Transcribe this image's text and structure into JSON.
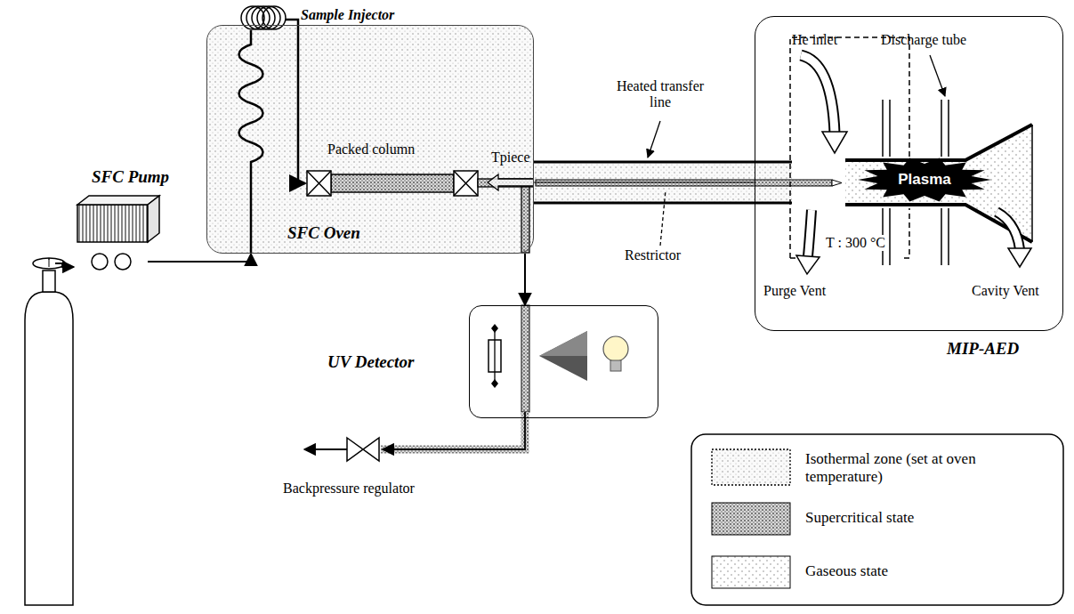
{
  "diagram": {
    "nodes": [
      {
        "text": [
          "SFC Pump"
        ]
      },
      {
        "text": [
          "SFC Oven"
        ]
      },
      {
        "text": [
          "Packed column"
        ],
        "in": 1
      },
      {
        "text": [
          "UV Detector"
        ]
      },
      {
        "text": [
          "MIP-AED"
        ]
      },
      {
        "text": [
          "Plasma"
        ],
        "in": 4
      }
    ],
    "edges": [
      {
        "from": 0,
        "to": 1,
        "arrow": "to"
      },
      {
        "from": 1,
        "to": 3,
        "arrow": "to"
      },
      {
        "from": 1,
        "to": 4,
        "arrow": "none"
      }
    ],
    "labels": [
      "Sample Injector",
      "Tpiece",
      "Heated transfer line",
      "Restrictor",
      "He inlet",
      "Discharge tube",
      "T : 300 °C",
      "Purge Vent",
      "Cavity Vent",
      "Backpressure regulator"
    ],
    "legend": [
      {
        "text": "Isothermal zone (set at oven temperature)"
      },
      {
        "text": "Supercritical state"
      },
      {
        "text": "Gaseous state"
      }
    ]
  }
}
